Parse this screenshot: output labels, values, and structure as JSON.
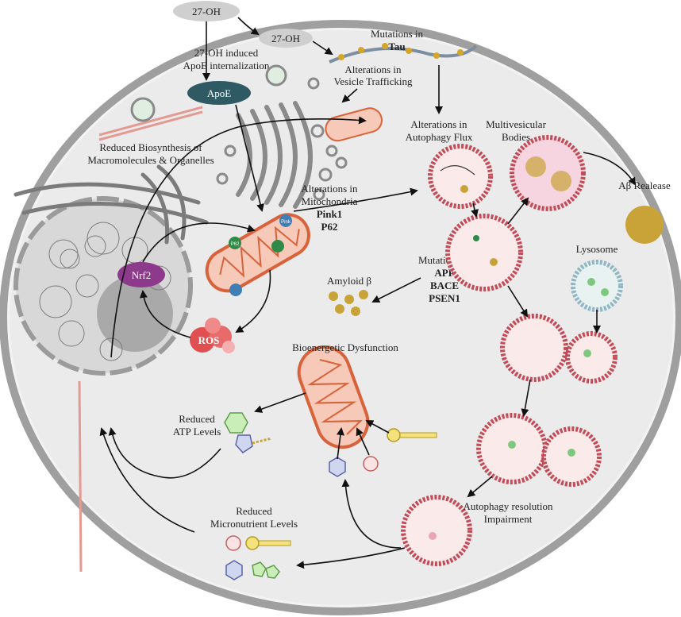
{
  "labels": {
    "oh_top": "27-OH",
    "oh_mid": "27-OH",
    "oh_internal_1": "27-OH induced",
    "oh_internal_2": "ApoE internalization",
    "apoe": "ApoE",
    "tau_1": "Mutations in",
    "tau_2": "Tau",
    "vesicle_1": "Alterations in",
    "vesicle_2": "Vesicle Trafficking",
    "autoph_1": "Alterations in",
    "autoph_2": "Autophagy Flux",
    "mvb_1": "Multivesicular",
    "mvb_2": "Bodies",
    "abeta_release": "Aβ Realease",
    "biosyn_1": "Reduced Biosynthesis of",
    "biosyn_2": "Macromolecules & Organelles",
    "mito_1": "Alterations in",
    "mito_2": "Mitochondria",
    "mito_3": "Pink1",
    "mito_4": "P62",
    "lysosome": "Lysosome",
    "app_1": "Mutations in",
    "app_2": "APP",
    "app_3": "BACE",
    "app_4": "PSEN1",
    "amyloid": "Amyloid β",
    "nrf2": "Nrf2",
    "ros": "ROS",
    "bioenergetic": "Bioenergetic Dysfunction",
    "atp_1": "Reduced",
    "atp_2": "ATP Levels",
    "micro_1": "Reduced",
    "micro_2": "Micronutrient Levels",
    "resolution_1": "Autophagy resolution",
    "resolution_2": "Impairment",
    "pink_small": "Pink",
    "p62_small": "P62"
  },
  "colors": {
    "cell_fill": "#ededed",
    "membrane": "#9a9a9a",
    "apoe": "#2f5a63",
    "nrf2": "#8e3a8c",
    "ros": "#e05050",
    "mito": "#d8623a",
    "vesicle": "#c24b57",
    "lysosome": "#8fb6c4",
    "amyloid": "#c9a338"
  }
}
